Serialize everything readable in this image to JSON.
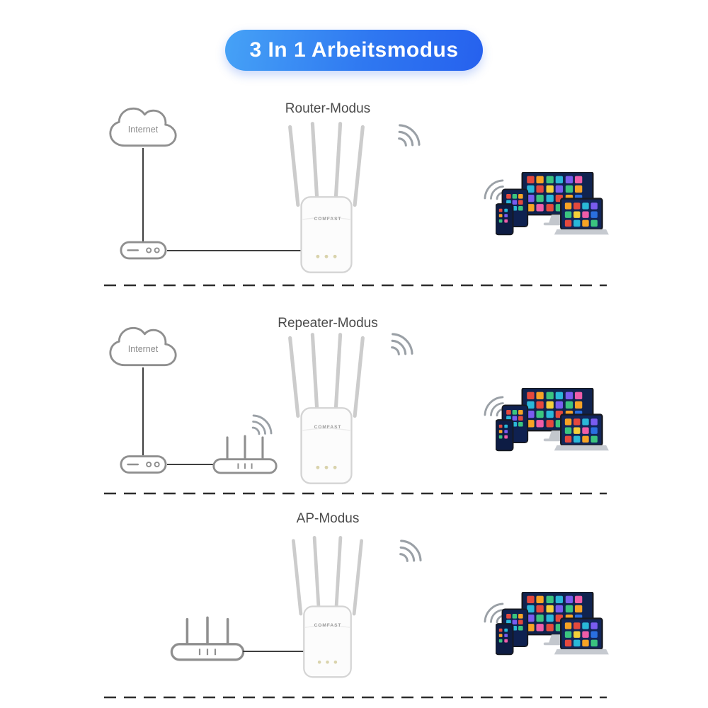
{
  "title": "3 In 1 Arbeitsmodus",
  "labels": {
    "internet": "Internet",
    "brand": "COMFAST"
  },
  "sections": [
    {
      "id": "router-modus",
      "label": "Router-Modus"
    },
    {
      "id": "repeater-modus",
      "label": "Repeater-Modus"
    },
    {
      "id": "ap-modus",
      "label": "AP-Modus"
    }
  ],
  "icons": {
    "internet-cloud": "outlined cloud holding the word Internet",
    "modem": "rounded outlined box with slot line and two indicator circles",
    "wifi-router": "outlined box with three antennas and vent lines",
    "repeater": "white wall repeater with four antennas and three LEDs",
    "wifi-waves": "three concentric radio arcs",
    "devices-cluster": "monitor, laptop, tablet and phone showing app screens"
  },
  "colors": {
    "badge_gradient_start": "#46a2f6",
    "badge_gradient_end": "#2661ee",
    "outline_gray": "#8f8f8f",
    "wave_gray": "#9aa0a6",
    "wire_dark": "#3f3f3f",
    "screen_blue": "#10234f",
    "app_tile_palette": [
      "#e5493d",
      "#f7a325",
      "#3bc47f",
      "#2ab8d8",
      "#7a5cf0",
      "#ef5da8",
      "#f3cf3a",
      "#2a6fe0"
    ]
  }
}
